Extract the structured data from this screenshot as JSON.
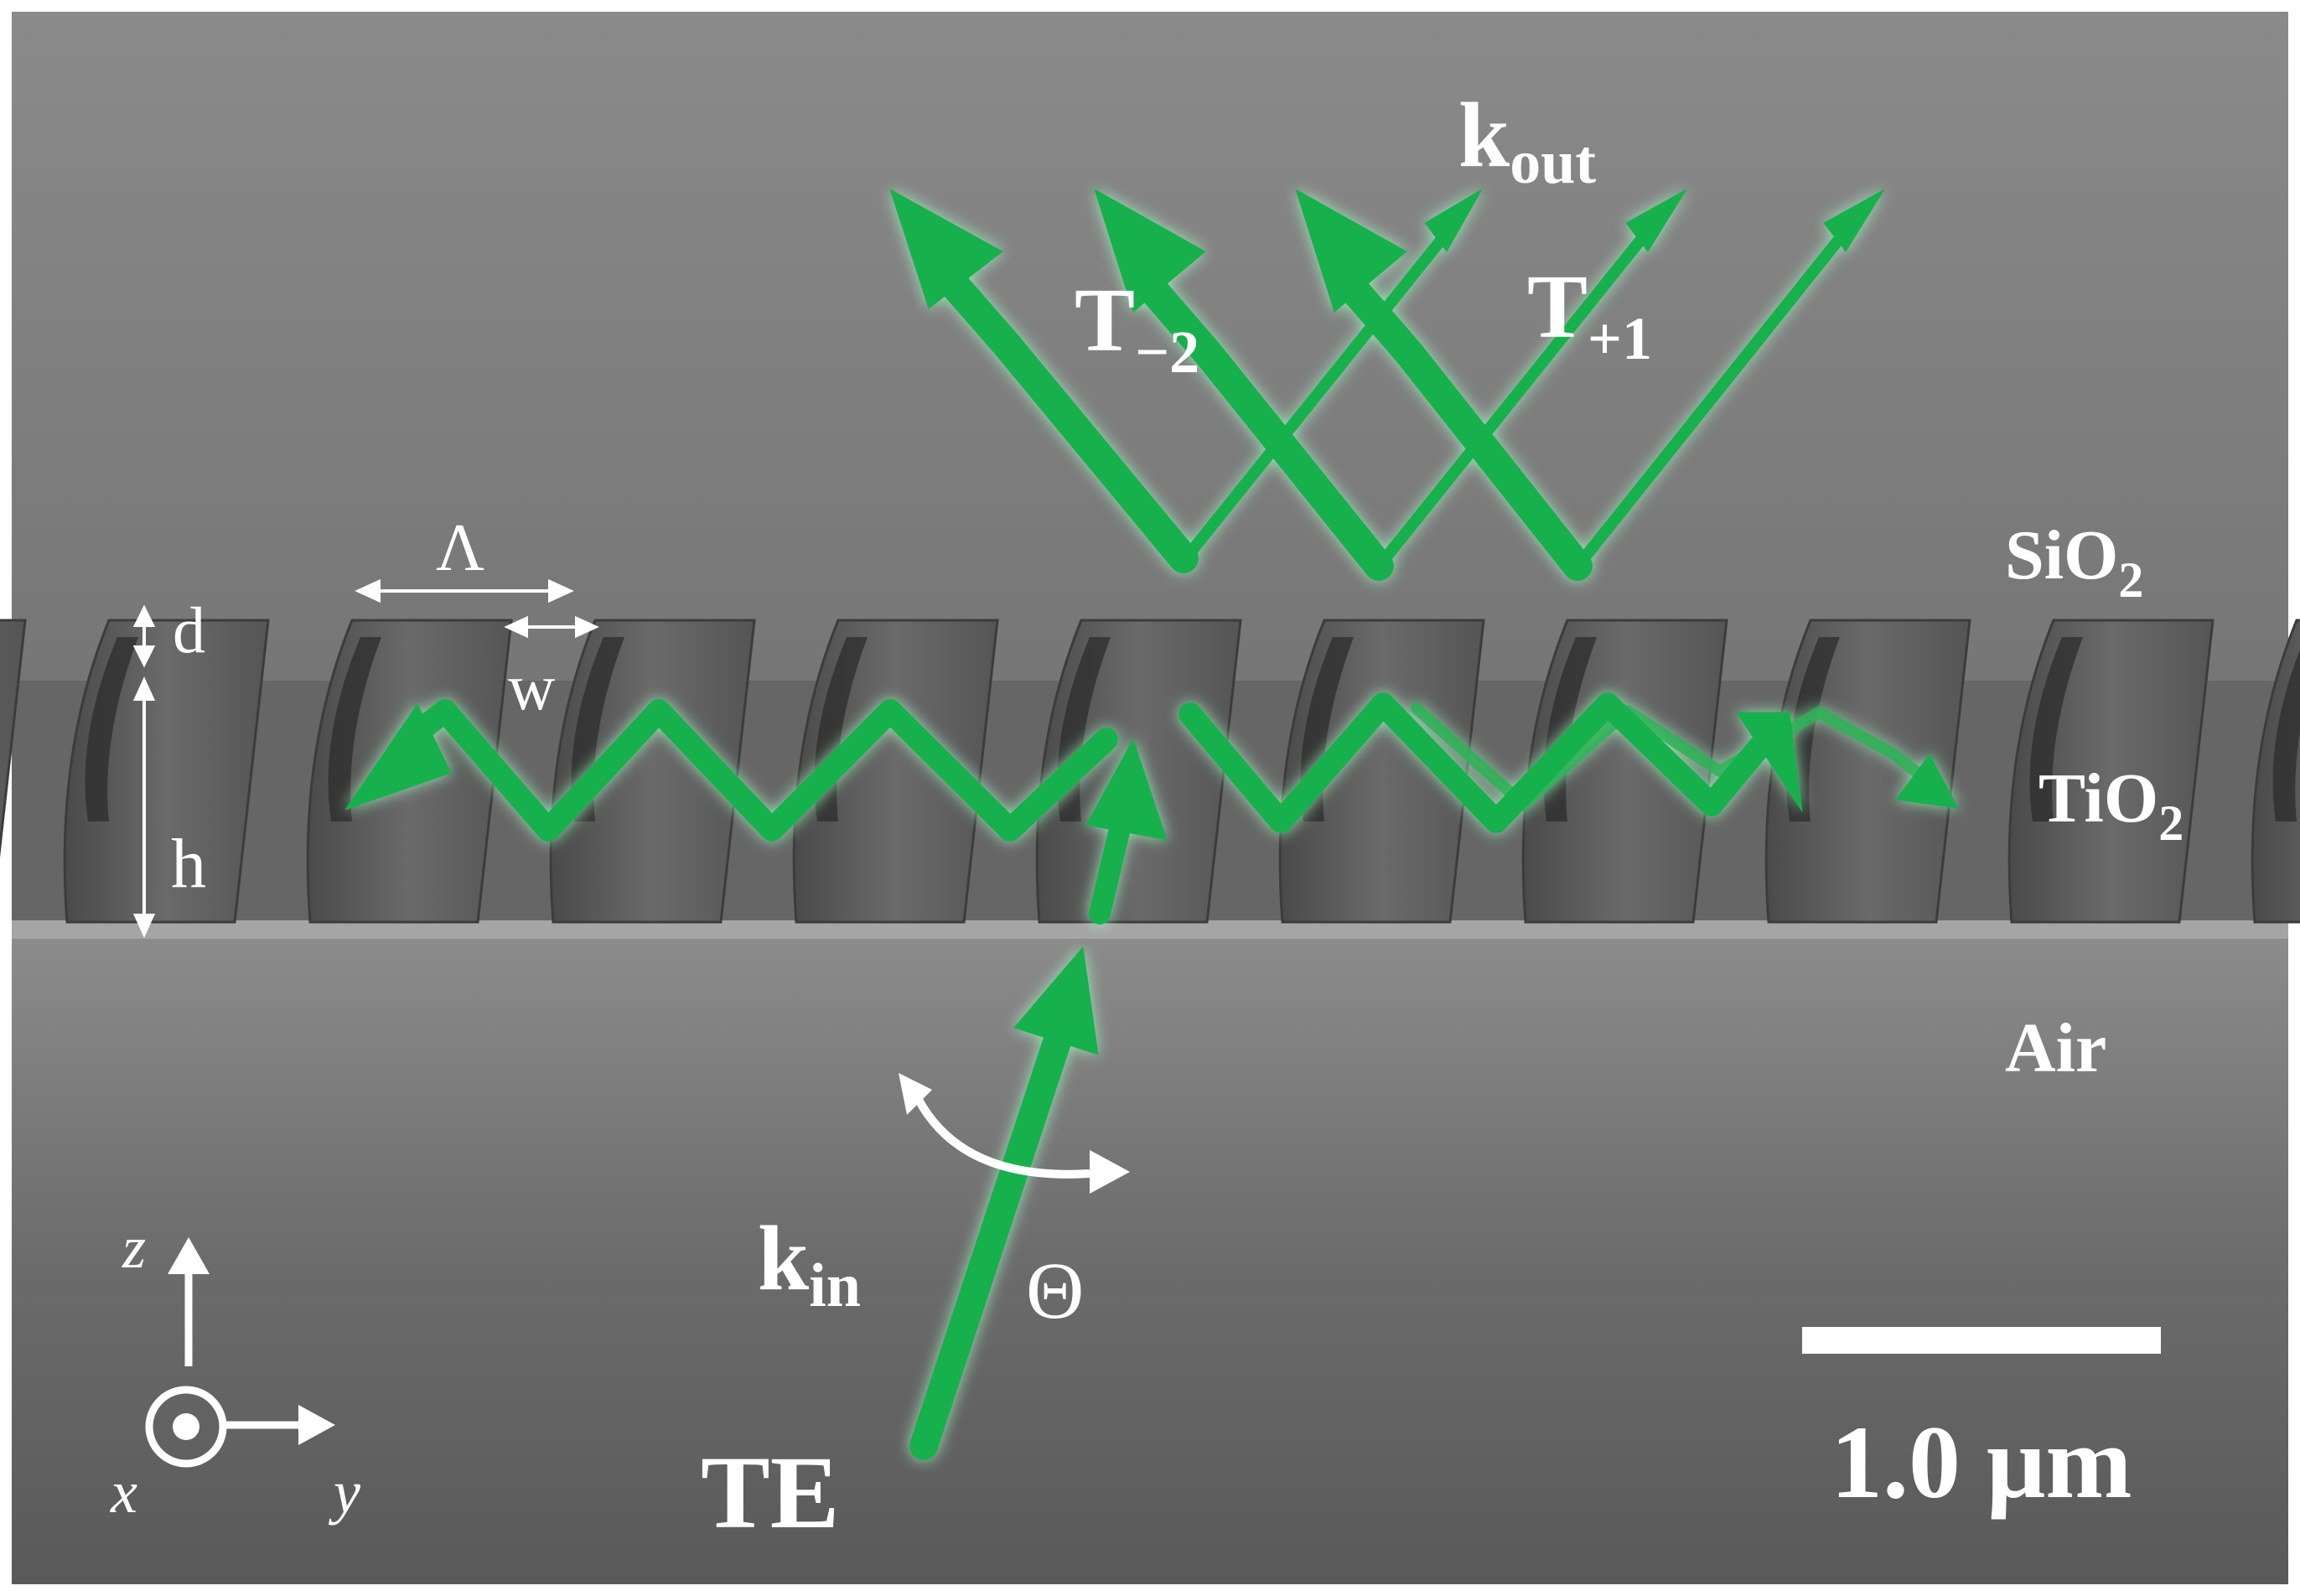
{
  "image": {
    "kind": "SEM cross-section with optical beam diagram",
    "colors": {
      "beam": "#16b04e",
      "beam_glow": "#9dffc4",
      "labels": "#ffffff",
      "sio2_region": "#7d7d7d",
      "tio2_region": "#5a5a5a",
      "air_region": "#6e6e6e"
    }
  },
  "labels": {
    "k_out_main": "k",
    "k_out_sub": "out",
    "t_minus_main": "T",
    "t_minus_sub": "−2",
    "t_plus_main": "T",
    "t_plus_sub": "+1",
    "sio2_main": "SiO",
    "sio2_sub": "2",
    "tio2_main": "TiO",
    "tio2_sub": "2",
    "air": "Air",
    "lambda": "Λ",
    "d": "d",
    "w": "w",
    "h": "h",
    "k_in_main": "k",
    "k_in_sub": "in",
    "theta": "Θ",
    "te": "TE"
  },
  "axes": {
    "z": "z",
    "x": "x",
    "y": "y"
  },
  "scale_bar": {
    "label": "1.0 μm"
  }
}
